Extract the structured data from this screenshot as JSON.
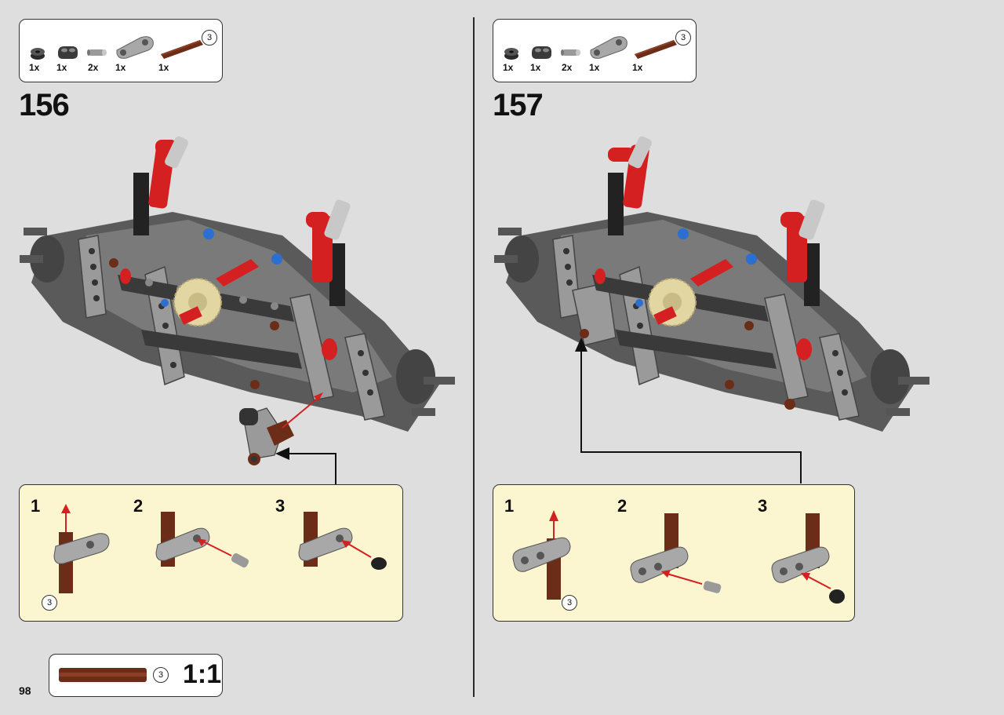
{
  "page_number": "98",
  "steps": [
    {
      "number": "156",
      "parts": [
        {
          "icon": "bush-icon",
          "qty": "1x"
        },
        {
          "icon": "pin-connector-icon",
          "qty": "1x"
        },
        {
          "icon": "pin-icon",
          "qty": "2x"
        },
        {
          "icon": "beam-connector-icon",
          "qty": "1x"
        },
        {
          "icon": "axle-icon",
          "qty": "1x",
          "length": "3"
        }
      ],
      "substeps": [
        "1",
        "2",
        "3"
      ],
      "callout_axle_length": "3"
    },
    {
      "number": "157",
      "parts": [
        {
          "icon": "bush-icon",
          "qty": "1x"
        },
        {
          "icon": "pin-connector-icon",
          "qty": "1x"
        },
        {
          "icon": "pin-icon",
          "qty": "2x"
        },
        {
          "icon": "beam-connector-icon",
          "qty": "1x"
        },
        {
          "icon": "axle-icon",
          "qty": "1x",
          "length": "3"
        }
      ],
      "substeps": [
        "1",
        "2",
        "3"
      ],
      "callout_axle_length": "3"
    }
  ],
  "scale": {
    "length": "3",
    "ratio": "1:1"
  },
  "colors": {
    "background": "#dedede",
    "callout": "#fbf5d0",
    "red": "#d42020",
    "axle_brown": "#6b2d18",
    "gray": "#8c8c8c",
    "dark": "#3a3a3a",
    "tan": "#e2d6a2",
    "blue": "#2b6fd1"
  }
}
